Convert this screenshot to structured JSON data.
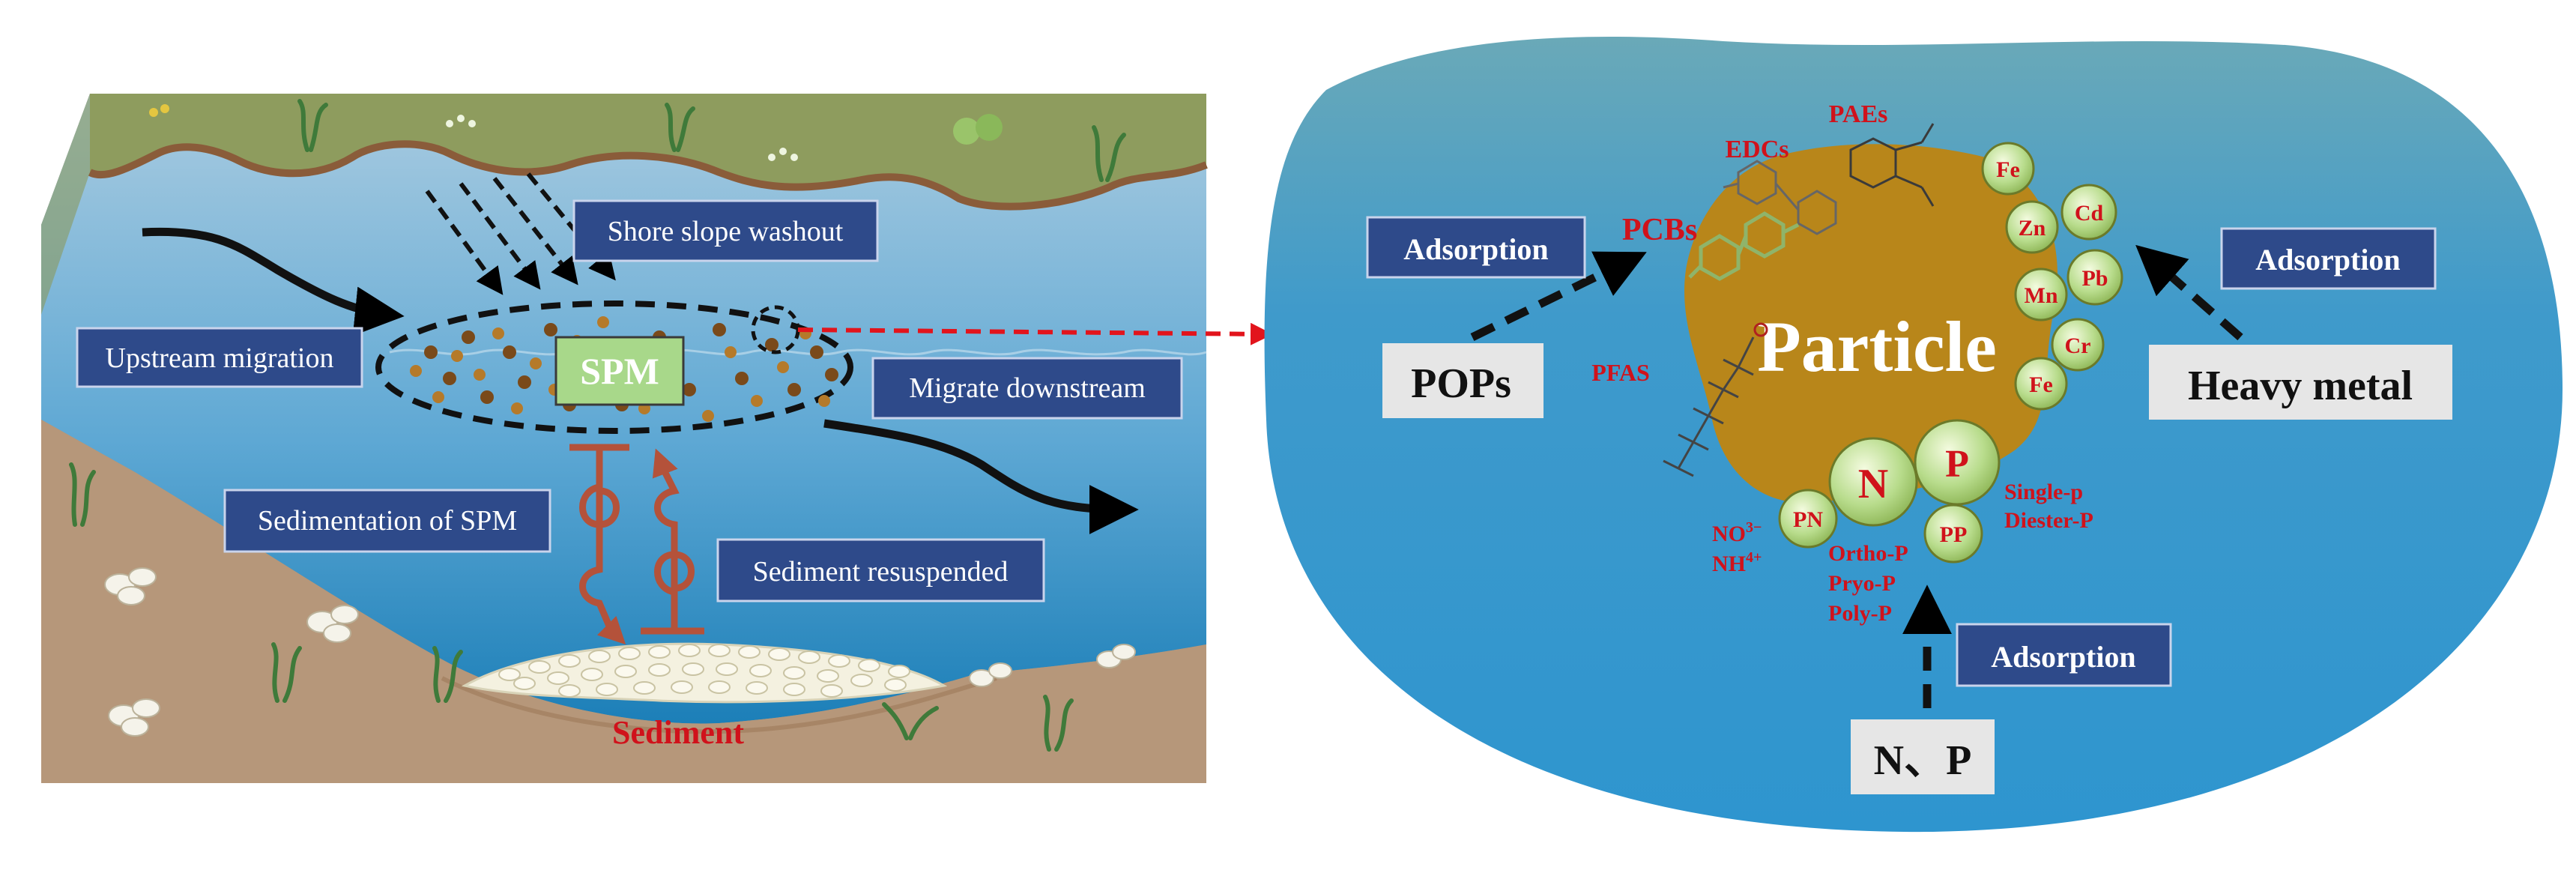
{
  "left_panel": {
    "labels": {
      "shore_slope_washout": "Shore slope washout",
      "upstream_migration": "Upstream migration",
      "spm": "SPM",
      "migrate_downstream": "Migrate downstream",
      "sedimentation_of_spm": "Sedimentation of SPM",
      "sediment_resuspended": "Sediment resuspended",
      "sediment": "Sediment"
    }
  },
  "right_panel": {
    "particle": "Particle",
    "organics": {
      "paes": "PAEs",
      "edcs": "EDCs",
      "pcbs": "PCBs",
      "pfas": "PFAS"
    },
    "metals": [
      "Fe",
      "Zn",
      "Cd",
      "Pb",
      "Mn",
      "Cr",
      "Fe"
    ],
    "nutrients": {
      "n": "N",
      "p": "P",
      "pn": "PN",
      "pp": "PP",
      "no3": "NO",
      "no3_sup": "3−",
      "nh4": "NH",
      "nh4_sup": "4+",
      "ortho": "Ortho-P",
      "pryo": "Pryo-P",
      "poly": "Poly-P",
      "single": "Single-p",
      "diester": "Diester-P"
    },
    "adsorption_left": "Adsorption",
    "adsorption_right": "Adsorption",
    "adsorption_bottom": "Adsorption",
    "pops": "POPs",
    "heavy_metal": "Heavy metal",
    "np": "N、P"
  },
  "colors": {
    "water_light": "#9cc3dc",
    "water_deep": "#1c7fb8",
    "soil": "#b89a79",
    "grass": "#8a9a5a",
    "particle": "#b8861a",
    "label_box": "#2e4a8a",
    "red_text": "#d0121b",
    "spm_box": "#a8d88a"
  }
}
